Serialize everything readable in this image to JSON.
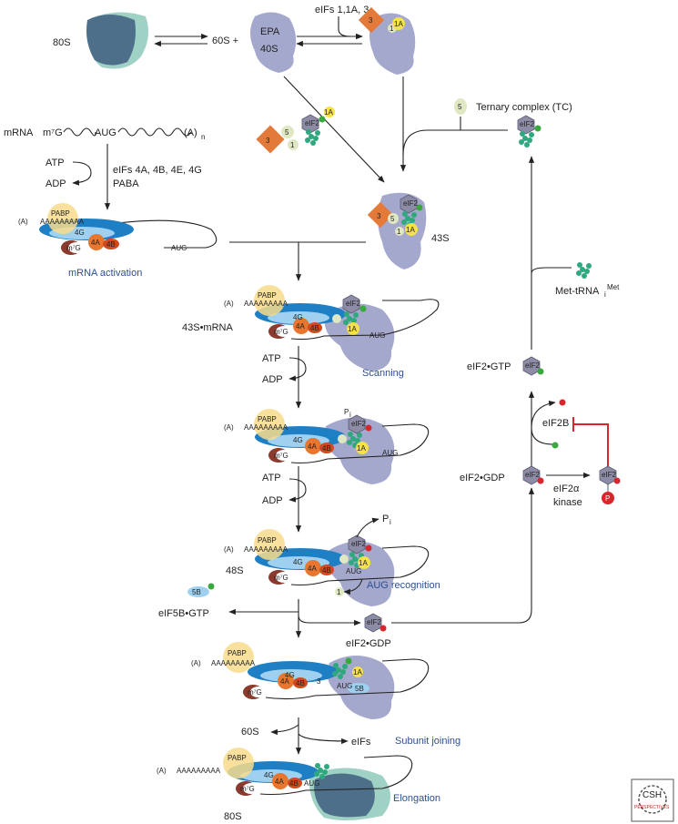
{
  "labels": {
    "r80s_top": "80S",
    "r60s_plus": "60S +",
    "epa": "EPA",
    "s40": "40S",
    "eifs_113": "eIFs 1,1A, 3",
    "mrna": "mRNA",
    "m7g": "m⁷G",
    "aug": "AUG",
    "polya": "(A)",
    "polya_n": "n",
    "atp": "ATP",
    "adp": "ADP",
    "eifs_4": "eIFs 4A, 4B, 4E, 4G",
    "paba": "PABA",
    "pabp": "PABP",
    "g4": "4G",
    "a4": "4A",
    "b4": "4B",
    "a_tail": "AAAAAAAAA",
    "mrna_activation": "mRNA activation",
    "ternary": "Ternary complex (TC)",
    "n5": "5",
    "n3": "3",
    "n1": "1",
    "n1a": "1A",
    "eif2": "eIF2",
    "s43": "43S",
    "s43mrna": "43S•mRNA",
    "met_trna": "Met-tRNA",
    "met_sub": "i",
    "met_sup": "Met",
    "scanning": "Scanning",
    "pi": "P",
    "pi_sub": "i",
    "eif2gtp": "eIF2•GTP",
    "eif2b": "eIF2B",
    "eif2gdp_r": "eIF2•GDP",
    "kinase1": "eIF2α",
    "kinase2": "kinase",
    "p_mark": "P",
    "s48": "48S",
    "aug_recognition": "AUG recognition",
    "eif5b_gtp": "eIF5B•GTP",
    "b5": "5B",
    "eif2gdp_c": "eIF2•GDP",
    "r60s": "60S",
    "eifs": "eIFs",
    "subunit_joining": "Subunit joining",
    "elongation": "Elongation",
    "r80s_bottom": "80S",
    "csh1": "CSH",
    "csh2": "PERSPECTIVES"
  },
  "colors": {
    "ribo40": "#a5a8cd",
    "ribo60": "#9fd1c5",
    "ribo80dark": "#4d6f8a",
    "eif3": "#e37a3a",
    "eif1a": "#f5e24a",
    "eif5": "#dfe8c2",
    "eif2": "#8c8ca6",
    "trna": "#2fa87e",
    "gtp": "#3aa83f",
    "gdp": "#d7262c",
    "pabp": "#f8dc8c",
    "e4g": "#1f7fc4",
    "e4g_light": "#9fd0ef",
    "e4a": "#e8762f",
    "cap": "#8b3a2e",
    "blue_text": "#2e4f8f",
    "inhibit": "#d7262c"
  }
}
